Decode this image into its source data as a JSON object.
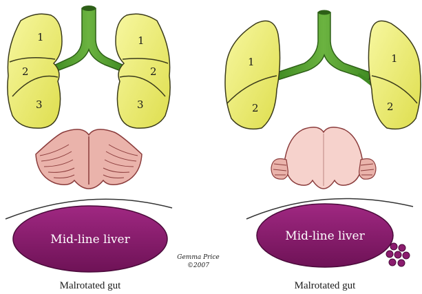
{
  "panels": [
    {
      "lobes_right": [
        "1",
        "2",
        "3"
      ],
      "lobes_left": [
        "1",
        "2",
        "3"
      ],
      "liver_label": "Mid-line liver",
      "caption": "Malrotated gut"
    },
    {
      "lobes_right": [
        "1",
        "2"
      ],
      "lobes_left": [
        "1",
        "2"
      ],
      "liver_label": "Mid-line liver",
      "caption": "Malrotated gut"
    }
  ],
  "signature": {
    "name": "Gemma Price",
    "year": "©2007"
  },
  "colors": {
    "lung_fill": "#ecec6e",
    "lung_stroke": "#3a3a1a",
    "bronchus_fill": "#4f9a2d",
    "heart_fill": "#eab3ab",
    "heart_stroke": "#8a3b3b",
    "heart_plain_fill": "#f6d2cc",
    "liver_fill": "#8b1c6e",
    "spleen_fill": "#8b1c6e"
  }
}
